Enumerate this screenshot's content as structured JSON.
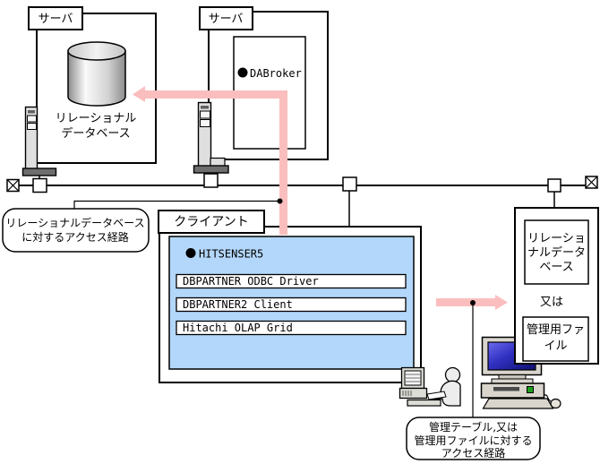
{
  "nodes": {
    "server1": {
      "label": "サーバ",
      "db_name_line1": "リレーショナル",
      "db_name_line2": "データベース"
    },
    "server2": {
      "label": "サーバ",
      "marker": "●",
      "component": "DABroker"
    },
    "client": {
      "label": "クライアント",
      "marker": "●",
      "product": "HITSENSER5",
      "components": [
        "DBPARTNER ODBC Driver",
        "DBPARTNER2 Client",
        "Hitachi OLAP Grid"
      ]
    },
    "storage": {
      "option1_line1": "リレーショ",
      "option1_line2": "ナルデータ",
      "option1_line3": "ベース",
      "or_label": "又は",
      "option2_line1": "管理用ファ",
      "option2_line2": "イル"
    }
  },
  "callouts": {
    "relational_access": {
      "line1": "リレーショナルデータベース",
      "line2": "に対するアクセス経路"
    },
    "admin_access": {
      "line1": "管理テーブル,又は",
      "line2": "管理用ファイルに対する",
      "line3": "アクセス経路"
    }
  },
  "icons": {
    "server_tower": "tower-computer",
    "database": "cylinder",
    "network_terminator": "crossed-box",
    "network_tap": "connector-box",
    "desktop_pc": "desktop-computer",
    "operator": "person-at-computer"
  },
  "colors": {
    "arrow_pink": "#FBBEBE",
    "client_panel_blue": "#B3D7FA",
    "monitor_screen_blue": "#2B2BB4",
    "power_led_green": "#1CA01C",
    "hardware_gray": "#D9D5CD",
    "outline": "#000000",
    "box_fill": "#FFFFFF"
  }
}
